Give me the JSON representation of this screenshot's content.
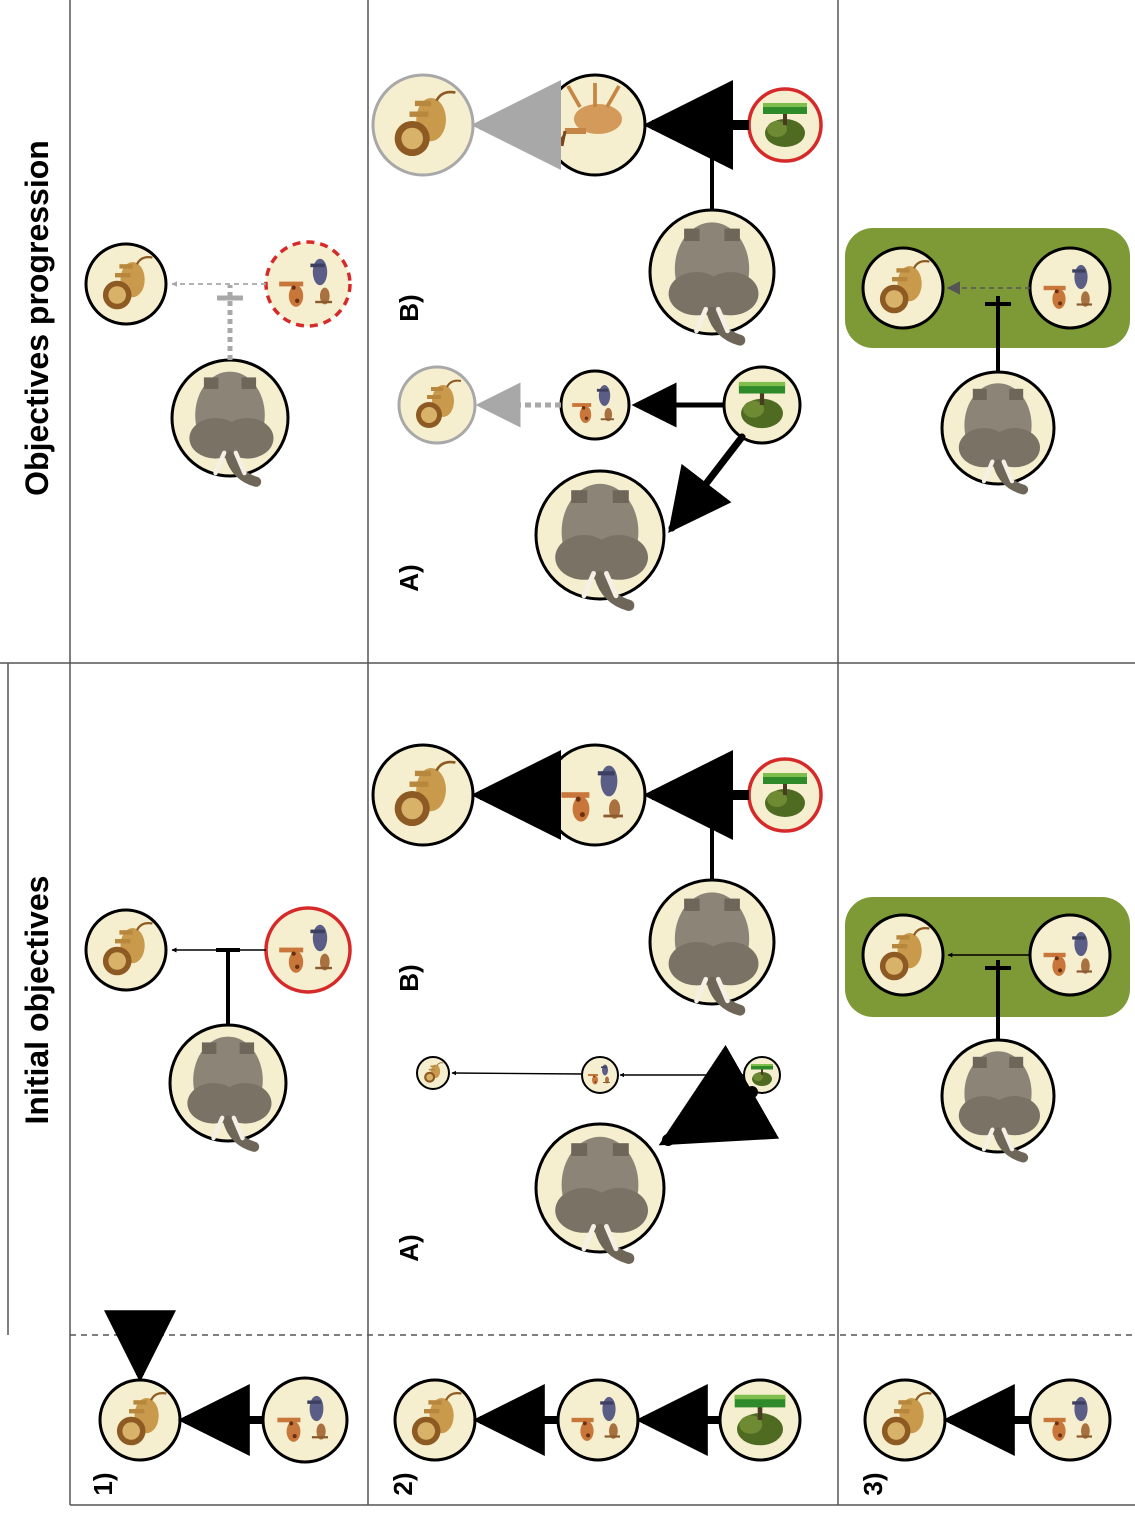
{
  "headers": {
    "initial": "Initial objectives",
    "progression": "Objectives progression"
  },
  "rows": {
    "r1": "1)",
    "r2": "2)",
    "r3": "3)"
  },
  "panels": {
    "a": "A)",
    "b": "B)"
  },
  "icons": {
    "lion": "lion-icon",
    "herbivores": "herbivores-icon",
    "elephant": "elephant-icon",
    "tree": "acacia-tree-icon",
    "antelope": "antelope-icon"
  },
  "colors": {
    "node_fill": "#f6efcf",
    "highlight_red": "#d62a2a",
    "faded": "#a8a8a8",
    "group_green": "#7e9a36"
  }
}
